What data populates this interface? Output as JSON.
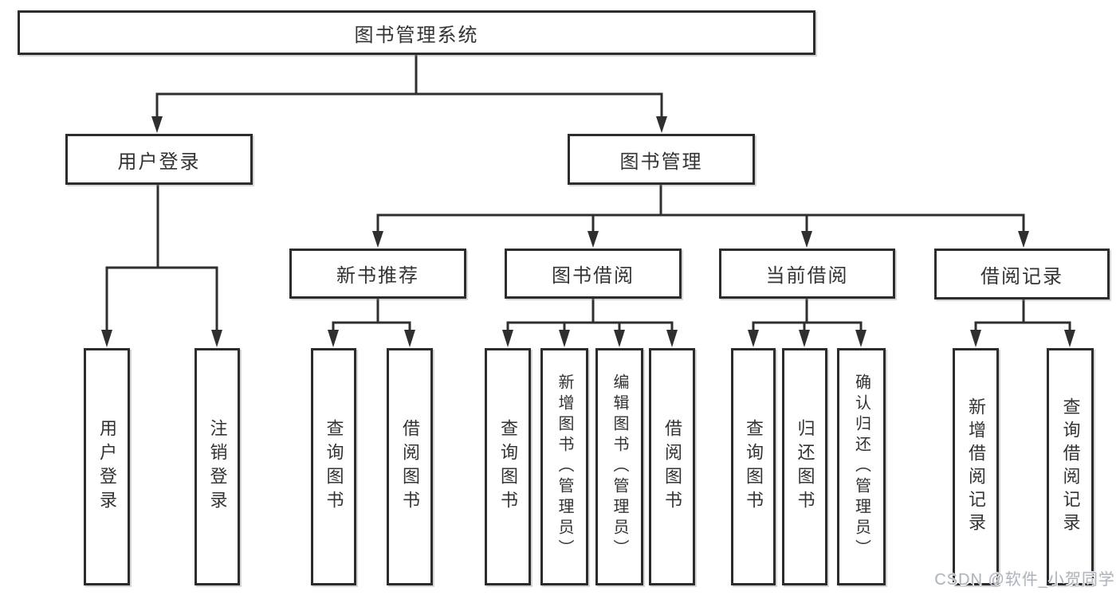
{
  "diagram": {
    "title": "图书管理系统",
    "nodes": {
      "root": {
        "label": "图书管理系统"
      },
      "userLogin": {
        "label": "用户登录"
      },
      "bookMgmt": {
        "label": "图书管理"
      },
      "newBookRec": {
        "label": "新书推荐"
      },
      "bookBorrow": {
        "label": "图书借阅"
      },
      "currentBorrow": {
        "label": "当前借阅"
      },
      "borrowRecords": {
        "label": "借阅记录"
      },
      "leafUserLogin": {
        "label": "用户登录"
      },
      "leafLogout": {
        "label": "注销登录"
      },
      "leafRecQuery": {
        "label": "查询图书"
      },
      "leafRecBorrow": {
        "label": "借阅图书"
      },
      "leafBbQuery": {
        "label": "查询图书"
      },
      "leafBbAdd": {
        "label": "新增图书（管理员）"
      },
      "leafBbEdit": {
        "label": "编辑图书（管理员）"
      },
      "leafBbBorrow": {
        "label": "借阅图书"
      },
      "leafCbQuery": {
        "label": "查询图书"
      },
      "leafCbReturn": {
        "label": "归还图书"
      },
      "leafCbConfirm": {
        "label": "确认归还（管理员）"
      },
      "leafBrAdd": {
        "label": "新增借阅记录"
      },
      "leafBrQuery": {
        "label": "查询借阅记录"
      }
    },
    "edges": [
      [
        "图书管理系统",
        "用户登录"
      ],
      [
        "图书管理系统",
        "图书管理"
      ],
      [
        "用户登录",
        "用户登录"
      ],
      [
        "用户登录",
        "注销登录"
      ],
      [
        "图书管理",
        "新书推荐"
      ],
      [
        "图书管理",
        "图书借阅"
      ],
      [
        "图书管理",
        "当前借阅"
      ],
      [
        "图书管理",
        "借阅记录"
      ],
      [
        "新书推荐",
        "查询图书"
      ],
      [
        "新书推荐",
        "借阅图书"
      ],
      [
        "图书借阅",
        "查询图书"
      ],
      [
        "图书借阅",
        "新增图书（管理员）"
      ],
      [
        "图书借阅",
        "编辑图书（管理员）"
      ],
      [
        "图书借阅",
        "借阅图书"
      ],
      [
        "当前借阅",
        "查询图书"
      ],
      [
        "当前借阅",
        "归还图书"
      ],
      [
        "当前借阅",
        "确认归还（管理员）"
      ],
      [
        "借阅记录",
        "新增借阅记录"
      ],
      [
        "借阅记录",
        "查询借阅记录"
      ]
    ],
    "colors": {
      "line": "#2f2f2f",
      "box_border": "#2c2c2c",
      "box_background": "#ffffff",
      "text": "#333333",
      "watermark": "#aeb4bc"
    }
  },
  "watermark": {
    "text": "CSDN @软件_小贺同学"
  }
}
